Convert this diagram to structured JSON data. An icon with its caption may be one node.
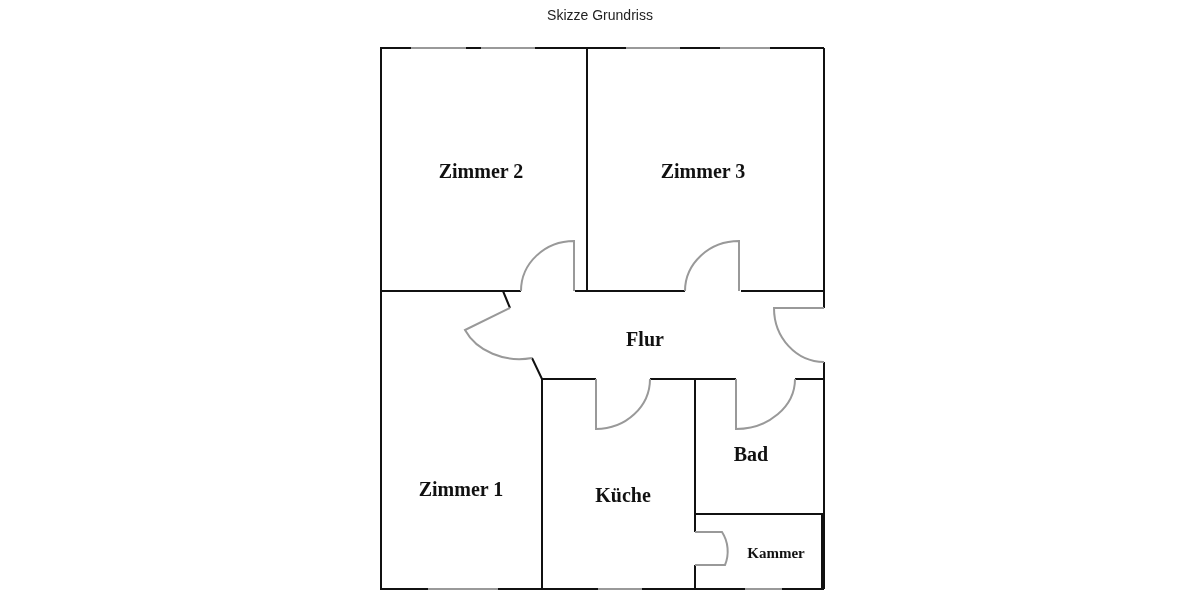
{
  "diagram": {
    "title": "Skizze Grundriss",
    "nodes": [
      {
        "text": [
          "Zimmer 2"
        ]
      },
      {
        "text": [
          "Zimmer 3"
        ]
      },
      {
        "text": [
          "Flur"
        ]
      },
      {
        "text": [
          "Zimmer 1"
        ]
      },
      {
        "text": [
          "Küche"
        ]
      },
      {
        "text": [
          "Bad"
        ]
      },
      {
        "text": [
          "Kammer"
        ]
      }
    ]
  }
}
